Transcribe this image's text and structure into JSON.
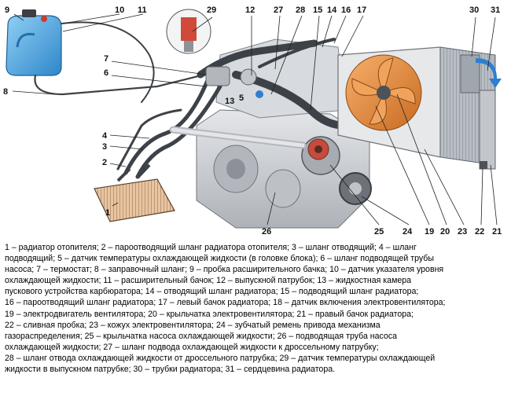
{
  "callouts": {
    "n1": "1",
    "n2": "2",
    "n3": "3",
    "n4": "4",
    "n5": "5",
    "n6": "6",
    "n7": "7",
    "n8": "8",
    "n9": "9",
    "n10": "10",
    "n11": "11",
    "n12": "12",
    "n13": "13",
    "n14": "14",
    "n15": "15",
    "n16": "16",
    "n17": "17",
    "n19": "19",
    "n20": "20",
    "n21": "21",
    "n22": "22",
    "n23": "23",
    "n24": "24",
    "n25": "25",
    "n26": "26",
    "n27": "27",
    "n28": "28",
    "n29": "29",
    "n30": "30",
    "n31": "31"
  },
  "caption": {
    "line1": "1 – радиатор отопителя; 2 – пароотводящий шланг радиатора отопителя; 3 – шланг отводящий; 4 – шланг",
    "line2": "подводящий; 5 – датчик температуры охлаждающей жидкости (в головке блока); 6 – шланг подводящей трубы",
    "line3": "насоса; 7 – термостат; 8 – заправочный шланг; 9 – пробка расширительного бачка; 10 – датчик указателя уровня",
    "line4": "охлаждающей жидкости; 11 – расширительный бачок; 12 – выпускной патрубок; 13 – жидкостная камера",
    "line5": "пускового устройства карбюратора; 14 – отводящий шланг радиатора; 15 – подводящий шланг радиатора;",
    "line6": "16 – пароотводящий шланг радиатора; 17 – левый бачок радиатора; 18 – датчик включения электровентилятора;",
    "line7": "19 – электродвигатель вентилятора; 20 – крыльчатка электровентилятора; 21 – правый бачок радиатора;",
    "line8": "22 – сливная пробка; 23 – кожух электровентилятора; 24 – зубчатый ремень привода механизма",
    "line9": "газораспределения; 25 – крыльчатка насоса охлаждающей жидкости; 26 – подводящая труба насоса",
    "line10": "охлаждающей жидкости; 27 – шланг подвода охлаждающей жидкости к дроссельному патрубку;",
    "line11": "28 – шланг отвода охлаждающей жидкости от дроссельного патрубка; 29 – датчик температуры охлаждающей",
    "line12": "жидкости в выпускном патрубке; 30 – трубки радиатора; 31 – сердцевина радиатора."
  },
  "colors": {
    "tank": "#4aa3e0",
    "hose": "#3d4248",
    "engine": "#c9ccd0",
    "fan": "#e08a3c",
    "radiator": "#9aa0a8",
    "arrow": "#2f7fd0"
  }
}
